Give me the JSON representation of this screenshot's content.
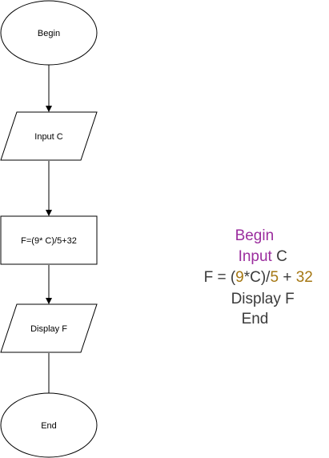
{
  "flowchart": {
    "nodes": [
      {
        "id": "begin",
        "shape": "ellipse",
        "label": "Begin"
      },
      {
        "id": "input",
        "shape": "parallelogram",
        "label": "Input C"
      },
      {
        "id": "process",
        "shape": "rectangle",
        "label": "F=(9* C)/5+32"
      },
      {
        "id": "display",
        "shape": "parallelogram",
        "label": "Display F"
      },
      {
        "id": "end",
        "shape": "ellipse",
        "label": "End"
      }
    ],
    "stroke_color": "#000000",
    "fill_color": "#ffffff"
  },
  "pseudocode": {
    "line1": {
      "keyword": "Begin"
    },
    "line2": {
      "keyword": "Input",
      "rest": " C"
    },
    "line3": {
      "p1": "F = (",
      "n1": "9",
      "p2": "*C)/",
      "n2": "5",
      "p3": " + ",
      "n3": "32"
    },
    "line4": {
      "text": "Display F"
    },
    "line5": {
      "text": "End"
    },
    "colors": {
      "keyword": "#9b2d9e",
      "number": "#a57713",
      "text": "#3b3b3b"
    }
  }
}
